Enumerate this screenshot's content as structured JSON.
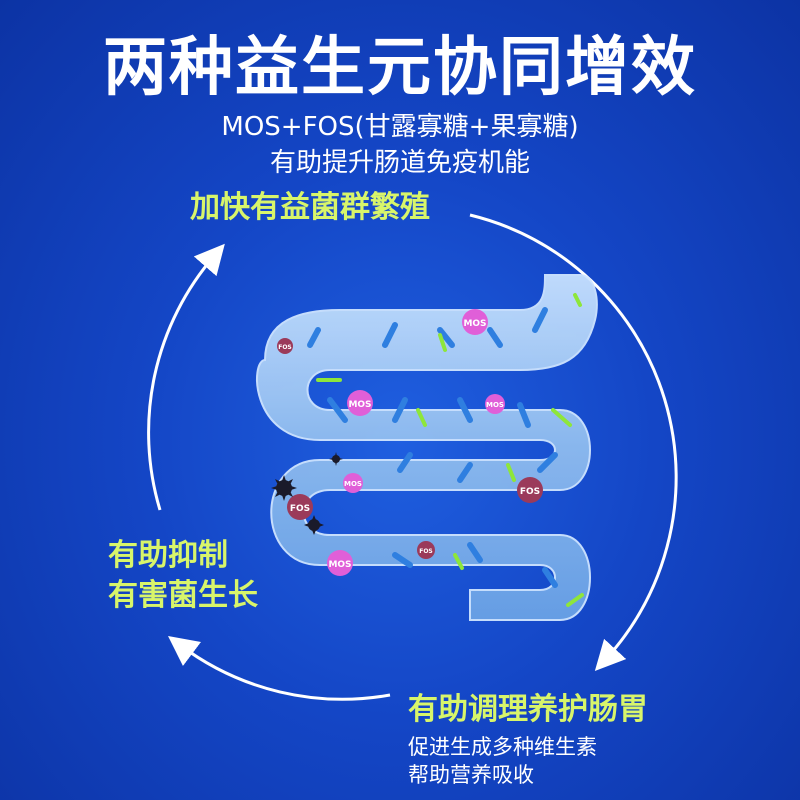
{
  "title": "两种益生元协同增效",
  "subtitle": {
    "line1": "MOS+FOS(甘露寡糖+果寡糖)",
    "line2": "有助提升肠道免疫机能"
  },
  "benefits": {
    "top": "加快有益菌群繁殖",
    "left_line1": "有助抑制",
    "left_line2": "有害菌生长",
    "bottom": "有助调理养护肠胃"
  },
  "notes": {
    "line1": "促进生成多种维生素",
    "line2": "帮助营养吸收"
  },
  "prebiotic_labels": {
    "mos": "MOS",
    "fos": "FOS"
  },
  "colors": {
    "background": "#1446c6",
    "title": "#ffffff",
    "highlight": "#d8f56a",
    "intestine": "#9fc6f2",
    "mos_particle": "#e05fd8",
    "fos_particle": "#9b3a5a",
    "probiotic": "#2f7fe0",
    "green_rod": "#8ee63a"
  },
  "icons": [
    "cycle-arrow-icon",
    "intestine-illustration",
    "bacteria-icon",
    "virus-icon"
  ]
}
